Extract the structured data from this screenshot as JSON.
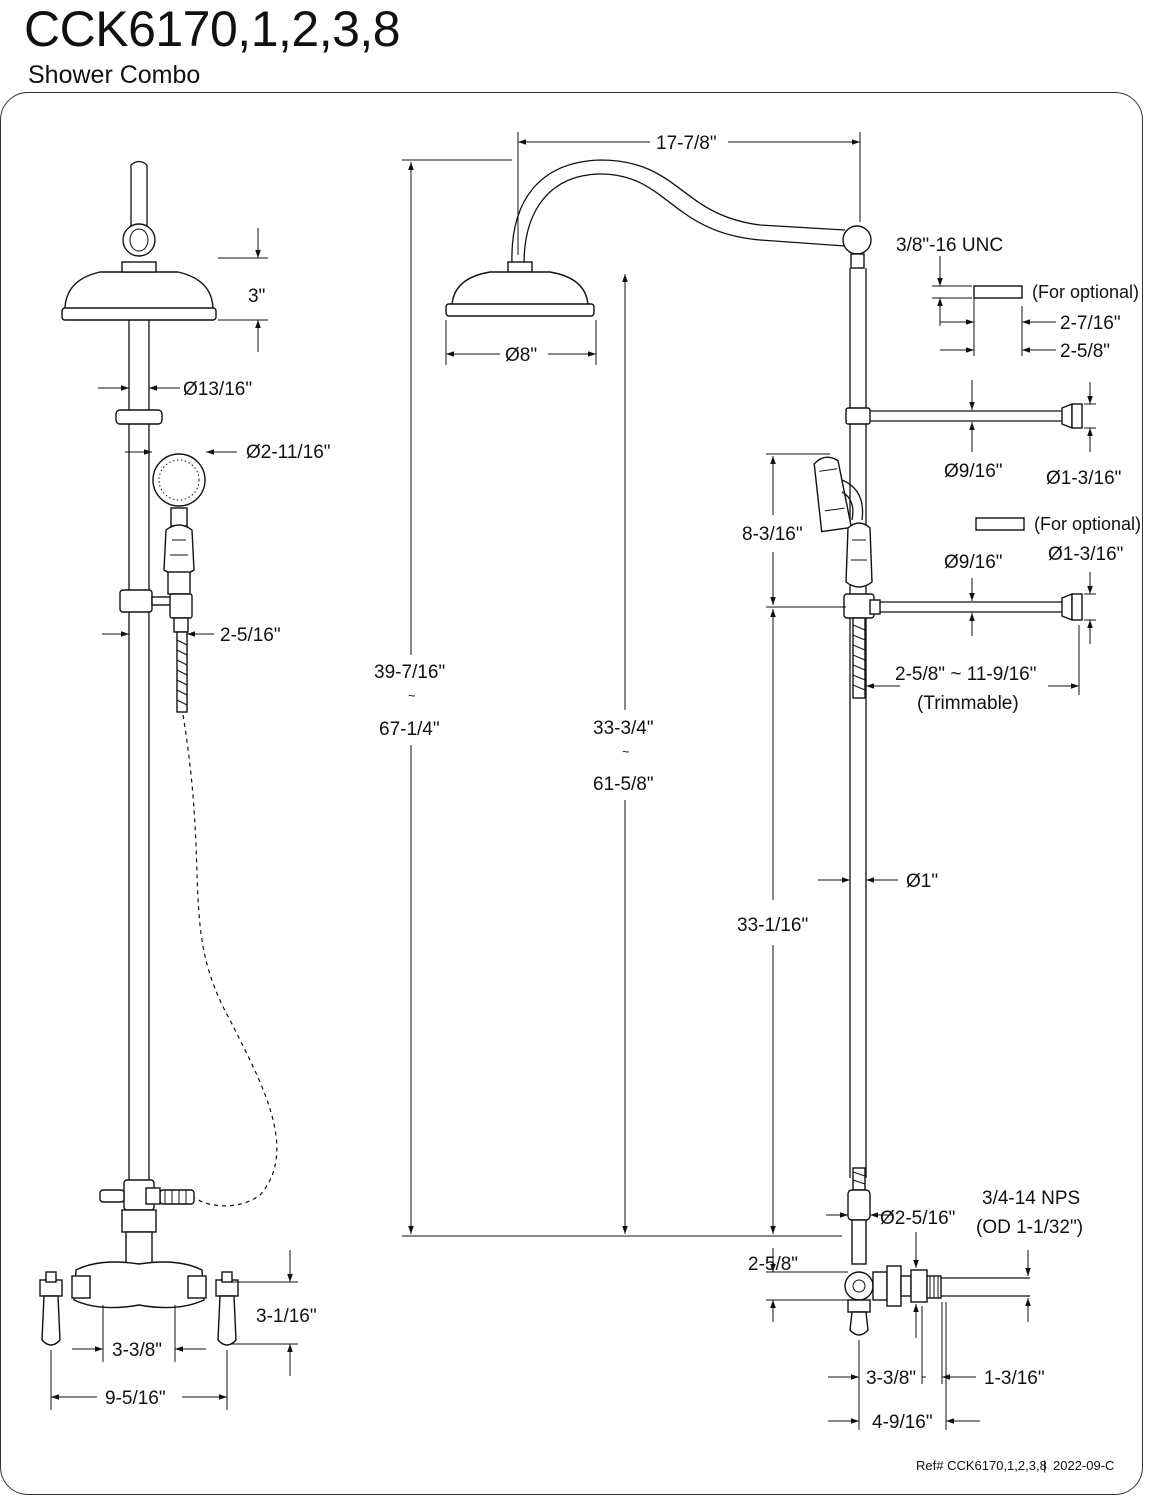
{
  "header": {
    "title": "CCK6170,1,2,3,8",
    "subtitle": "Shower Combo"
  },
  "dimensions": {
    "head_height": "3\"",
    "pipe_dia_side": "Ø13/16\"",
    "handshower_dia": "Ø2-11/16\"",
    "holder_offset": "2-5/16\"",
    "handle_height": "3-1/16\"",
    "handle_spacing_side": "3-3/8\"",
    "handle_width": "9-5/16\"",
    "arm_reach": "17-7/8\"",
    "head_dia": "Ø8\"",
    "total_height_min": "39-7/16\"",
    "total_height_max": "67-1/4\"",
    "head_height_min": "33-3/4\"",
    "head_height_max": "61-5/8\"",
    "range_mark": "~",
    "thread_unc": "3/8\"-16 UNC",
    "optional_top": "(For optional)",
    "dim_2_7_16": "2-7/16\"",
    "dim_2_5_8_top": "2-5/8\"",
    "brace_dia_top": "Ø9/16\"",
    "flange_dia_top": "Ø1-3/16\"",
    "optional_bottom": "(For optional)",
    "brace_dia_bottom": "Ø9/16\"",
    "flange_dia_bottom": "Ø1-3/16\"",
    "handshower_height": "8-3/16\"",
    "brace_length": "2-5/8\" ~ 11-9/16\"",
    "trimmable": "(Trimmable)",
    "riser_dia": "Ø1\"",
    "riser_length": "33-1/16\"",
    "valve_dia": "Ø2-5/16\"",
    "nps_thread": "3/4-14 NPS",
    "nps_od": "(OD 1-1/32\")",
    "valve_height": "2-5/8\"",
    "spacing_front": "3-3/8\"",
    "offset_front": "1-3/16\"",
    "depth_front": "4-9/16\""
  },
  "footer": {
    "ref": "Ref# CCK6170,1,2,3,8",
    "separator": "|",
    "revision": "2022-09-C"
  }
}
